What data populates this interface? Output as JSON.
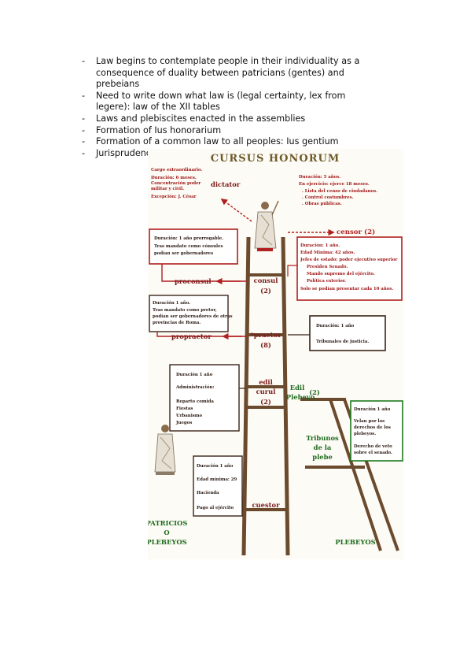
{
  "bullets": [
    "Law begins to contemplate people in their individuality as a consequence of duality between patricians (gentes) and prebeians",
    "Need to write down what law is (legal certainty, lex from legere): law of the XII tables",
    "Laws and plebiscites enacted in the assemblies",
    "Formation of Ius honorarium",
    "Formation of a common law to all peoples: Ius gentium",
    "Jurisprudence"
  ],
  "bullet_marker": "-",
  "figure": {
    "title": "CURSUS HONORUM",
    "dictator": {
      "label": "dictator",
      "notes": [
        "Cargo extraordinario.",
        "Duración: 6 meses.",
        "Concentración poder",
        "militar y civil.",
        "Excepción: J. César"
      ]
    },
    "censor": {
      "label": "censor (2)",
      "notes": [
        "Duración: 5 años.",
        "En ejercicio: ejerce 18 meses.",
        ". Lista del censo de ciudadanos.",
        ". Control costumbres.",
        ". Obras públicas."
      ]
    },
    "consul": {
      "label": "consul",
      "count": "(2)",
      "notes": [
        "Duración: 1 año.",
        "Edad Mínima: 42 años.",
        "Jefes de estado: poder ejecutivo superior",
        "Presiden Senado.",
        "Mando supremo del ejército.",
        "Política exterior.",
        "Solo se podían presentar cada 10 años."
      ]
    },
    "proconsul": {
      "label": "proconsul",
      "notes": [
        "Duración: 1 año prorrogable.",
        "Tras mandato como cónsules",
        "podían ser gobernadores"
      ]
    },
    "praetor": {
      "label": "*praetor",
      "count": "(8)",
      "notes": [
        "Duración: 1 año",
        "Tribunales de justicia."
      ]
    },
    "propraetor": {
      "label": "propraetor",
      "notes": [
        "Duración 1 año.",
        "Tras mandato como pretor,",
        "podían ser gobernadores de otras",
        "provincias de Roma."
      ]
    },
    "edil_curul": {
      "label_1": "edil",
      "label_2": "curul",
      "count": "(2)",
      "notes": [
        "Duración 1 año",
        "Administración:",
        "Reparto comida",
        "Fiestas",
        "Urbanismo",
        "Juegos"
      ]
    },
    "edil_plebeyo": {
      "label_1": "Edil",
      "label_2": "Plebeyo",
      "count": "(2)"
    },
    "tribunos": {
      "label_1": "Tribunos",
      "label_2": "de la",
      "label_3": "plebe",
      "notes": [
        "Duración 1 año",
        "Velan por los",
        "derechos de los",
        "plebeyos.",
        "Derecho de veto",
        "sobre el senado."
      ]
    },
    "cuestor": {
      "label": "cuestor",
      "notes": [
        "Duración 1 año",
        "Edad mínima: 29",
        "Hacienda",
        "Pago al ejército"
      ]
    },
    "patricios": {
      "label_1": "PATRICIOS",
      "label_2": "O",
      "label_3": "PLEBEYOS"
    },
    "plebeyos": {
      "label": "PLEBEYOS"
    },
    "colors": {
      "ladder": "#6b4a2e",
      "red_box": "#b02020",
      "dark_box": "#3a2418",
      "green_box": "#1e7a1e",
      "title": "#6e5a2a"
    }
  }
}
